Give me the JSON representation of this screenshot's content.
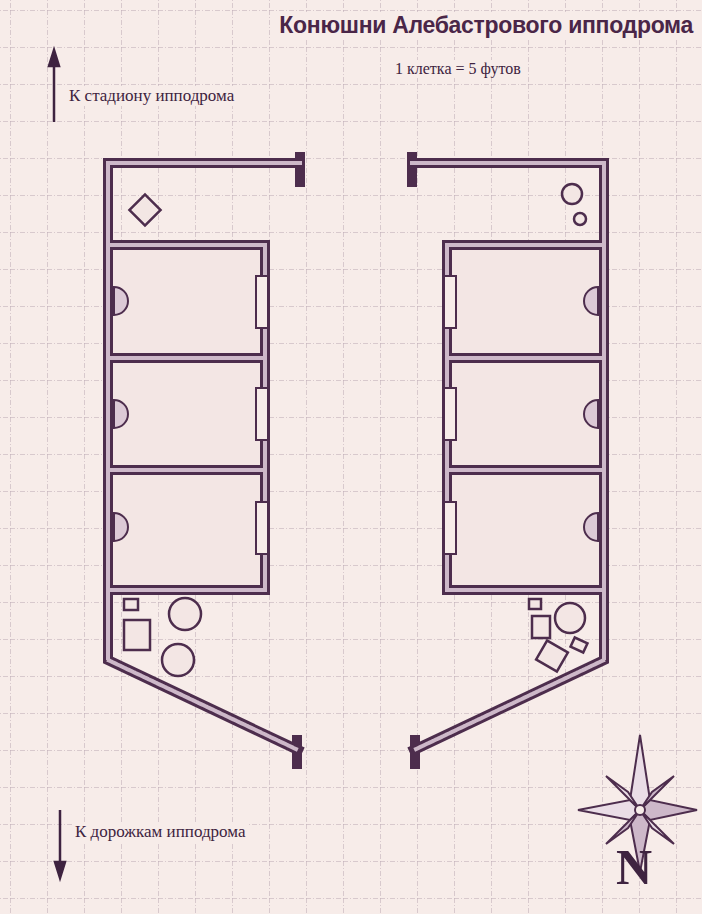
{
  "diagram": {
    "title": "Конюшни Алебастрового ипподрома",
    "labels": [
      "1 клетка = 5 футов",
      "К стадиону ипподрома",
      "К дорожкам ипподрома",
      "N"
    ]
  }
}
